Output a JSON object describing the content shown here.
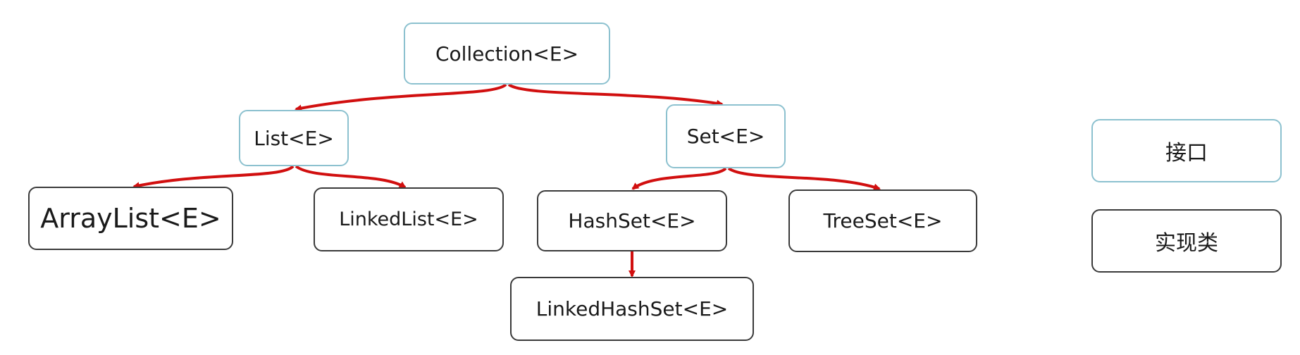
{
  "nodes": {
    "collection": "Collection<E>",
    "list": "List<E>",
    "set": "Set<E>",
    "arraylist": "ArrayList<E>",
    "linkedlist": "LinkedList<E>",
    "hashset": "HashSet<E>",
    "treeset": "TreeSet<E>",
    "linkedhashset": "LinkedHashSet<E>"
  },
  "legend": {
    "interface": "接口",
    "implementation": "实现类"
  },
  "colors": {
    "interface_border": "#8cc1cf",
    "implementation_border": "#3a3a3a",
    "arrow": "#d10f0f"
  }
}
